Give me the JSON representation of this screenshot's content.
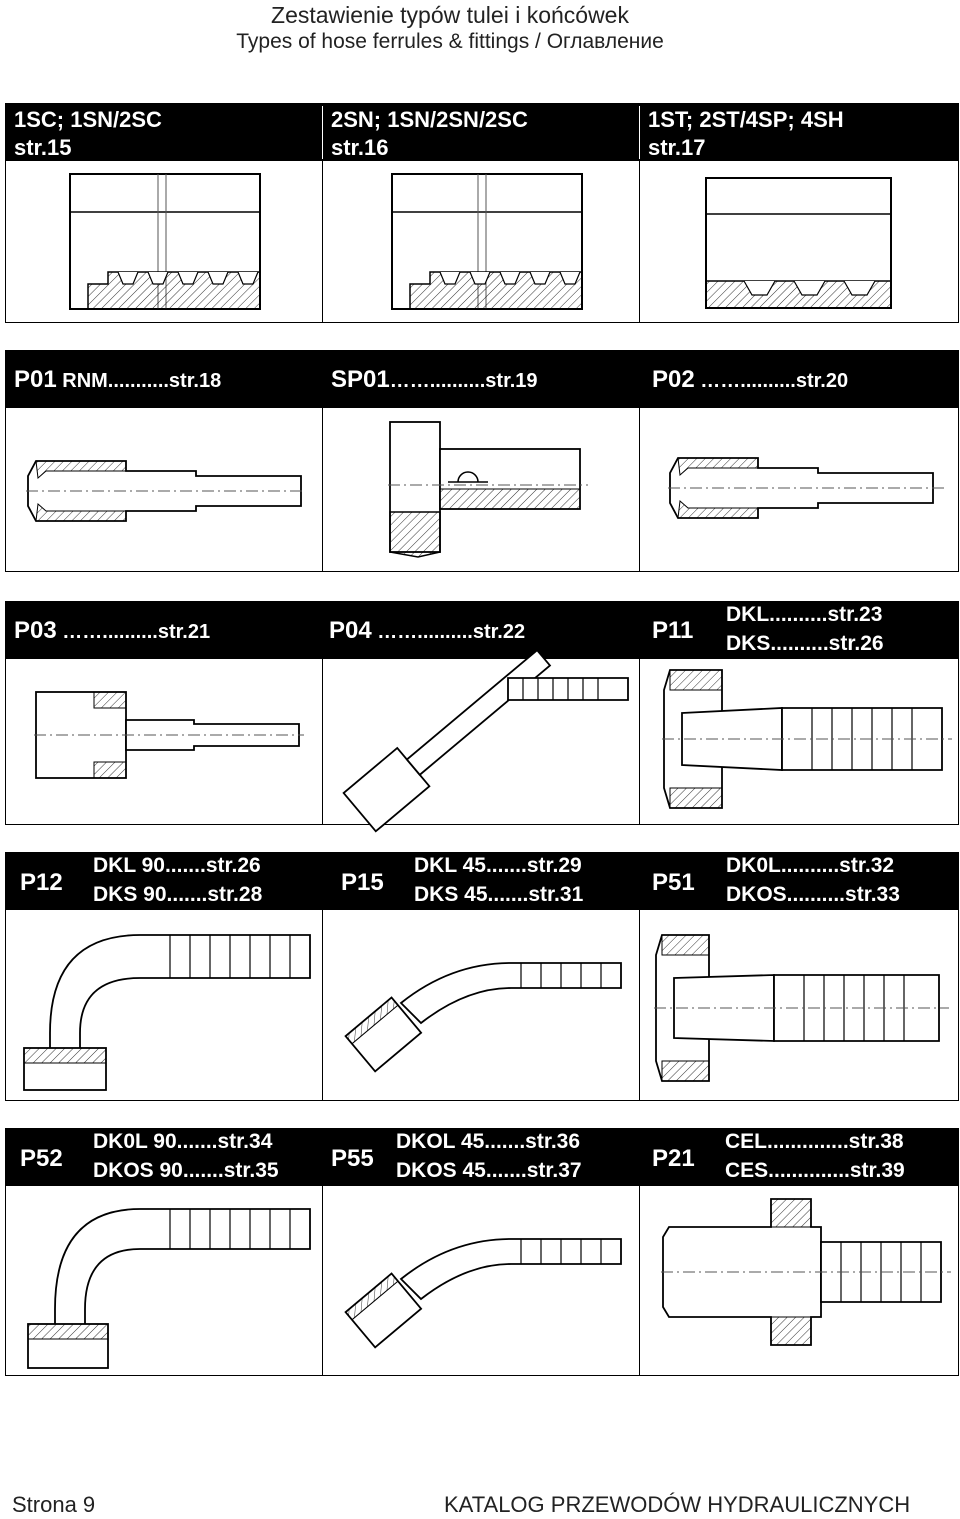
{
  "header": {
    "title": "Zestawienie typów tulei i końcówek",
    "subtitle": "Types of hose ferrules & fittings / Оглавление"
  },
  "row1": {
    "c1": {
      "l1": "1SC;  1SN/2SC",
      "l2": "str.15"
    },
    "c2": {
      "l1": "2SN; 1SN/2SN/2SC",
      "l2": "str.16"
    },
    "c3": {
      "l1": "1ST; 2ST/4SP; 4SH",
      "l2": "str.17"
    }
  },
  "row2": {
    "c1": {
      "code": "P01",
      "rest": " RNM...........str.18"
    },
    "c2": {
      "code": "SP01",
      "rest": "……..........str.19"
    },
    "c3": {
      "code": "P02",
      "rest": " ……..........str.20"
    }
  },
  "row3": {
    "c1": {
      "code": "P03",
      "rest": " ……..........str.21"
    },
    "c2": {
      "code": "P04",
      "rest": " ……..........str.22"
    },
    "c3": {
      "code": "P11",
      "l1": "DKL..........str.23",
      "l2": "DKS..........str.26"
    }
  },
  "row4": {
    "c1": {
      "code": "P12",
      "l1": "DKL 90.......str.26",
      "l2": "DKS 90.......str.28"
    },
    "c2": {
      "code": "P15",
      "l1": "DKL 45.......str.29",
      "l2": "DKS 45.......str.31"
    },
    "c3": {
      "code": "P51",
      "l1": "DK0L..........str.32",
      "l2": "DKOS..........str.33"
    }
  },
  "row5": {
    "c1": {
      "code": "P52",
      "l1": "DK0L 90.......str.34",
      "l2": "DKOS 90.......str.35"
    },
    "c2": {
      "code": "P55",
      "l1": "DKOL 45.......str.36",
      "l2": "DKOS 45.......str.37"
    },
    "c3": {
      "code": "P21",
      "l1": "CEL..............str.38",
      "l2": "CES..............str.39"
    }
  },
  "footer": {
    "page": "Strona 9",
    "catalog": "KATALOG PRZEWODÓW HYDRAULICZNYCH"
  }
}
